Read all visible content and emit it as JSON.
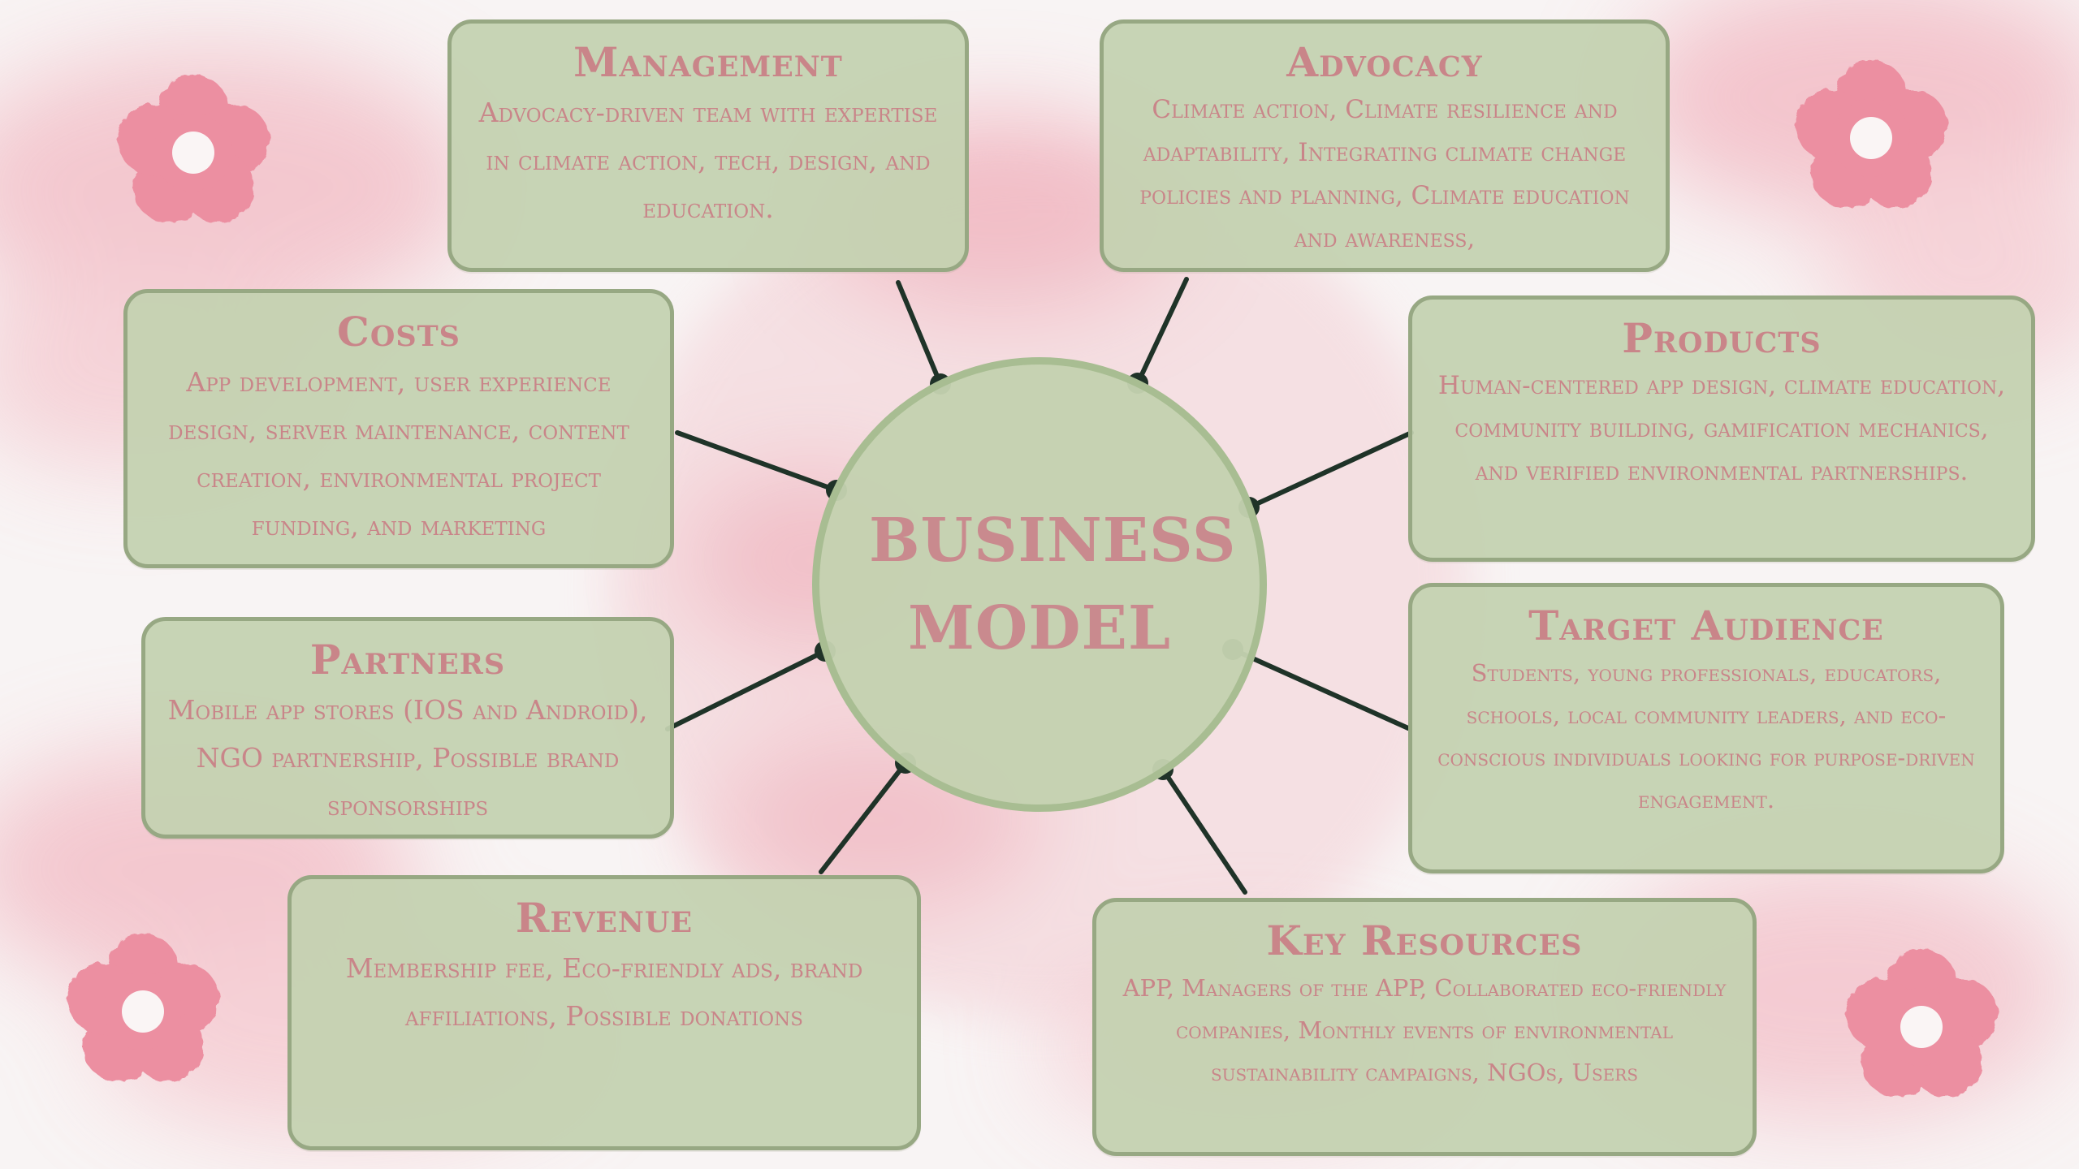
{
  "center": {
    "title": "BUSINESS MODEL"
  },
  "cards": {
    "management": {
      "title": "Management",
      "body": "Advocacy-driven team with expertise in climate action, tech, design, and education."
    },
    "advocacy": {
      "title": "Advocacy",
      "body": "Climate action, Climate resilience and adaptability, Integrating climate change policies and planning, Climate education and awareness,"
    },
    "costs": {
      "title": "Costs",
      "body": "App development, user experience design, server maintenance, content creation, environmental project funding, and marketing"
    },
    "products": {
      "title": "Products",
      "body": "Human-centered app design, climate education, community building, gamification mechanics, and verified environmental partnerships."
    },
    "partners": {
      "title": "Partners",
      "body": "Mobile app stores (IOS and Android), NGO partnership, Possible brand sponsorships"
    },
    "target_audience": {
      "title": "Target Audience",
      "body": "Students, young professionals, educators, schools, local community leaders, and eco-conscious individuals looking for purpose-driven engagement."
    },
    "revenue": {
      "title": "Revenue",
      "body": "Membership fee, Eco-friendly ads, brand affiliations, Possible donations"
    },
    "key_resources": {
      "title": "Key Resources",
      "body": "APP, Managers of the APP, Collaborated eco-friendly companies, Monthly events of environmental sustainability campaigns, NGOs, Users"
    }
  },
  "colors": {
    "card_fill": "#c4d1b0",
    "card_border": "#97a883",
    "text_pink": "#c98589",
    "connector": "#1f3328",
    "flower": "#ec8fa1"
  },
  "icons": [
    "flower-icon",
    "flower-icon",
    "flower-icon",
    "flower-icon"
  ]
}
